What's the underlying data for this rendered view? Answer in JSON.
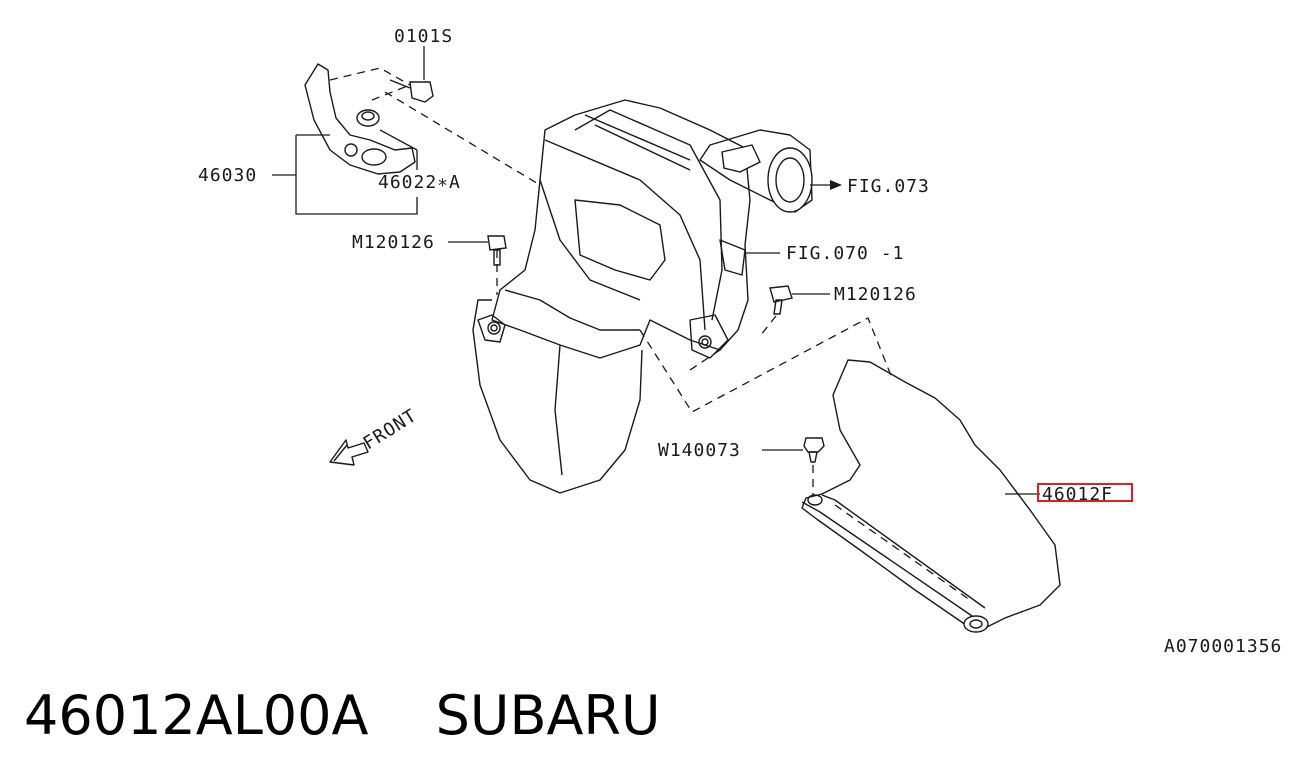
{
  "diagram": {
    "labels": {
      "p0101s": "0101S",
      "p46030": "46030",
      "p46022a": "46022∗A",
      "m120126_left": "M120126",
      "m120126_right": "M120126",
      "fig073": "FIG.073",
      "fig070": "FIG.070 -1",
      "w140073": "W140073",
      "p46012f": "46012F",
      "front": "FRONT",
      "ref_code": "A070001356"
    },
    "highlight_color": "#e02020"
  },
  "caption": {
    "part_number": "46012AL00A",
    "brand": "SUBARU"
  }
}
